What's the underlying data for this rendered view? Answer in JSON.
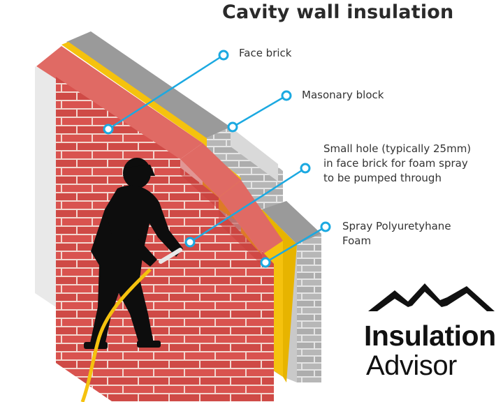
{
  "title": "Cavity wall insulation",
  "labels": {
    "face_brick": "Face brick",
    "masonary_block": "Masonary block",
    "small_hole": [
      "Small hole (typically 25mm)",
      "in face brick for foam spray",
      "to be pumped through"
    ],
    "spray_foam": [
      "Spray Polyuretyhane",
      "Foam"
    ]
  },
  "brand": {
    "line1": "Insulation",
    "line2": "Advisor"
  },
  "colors": {
    "brick": "#d9534f",
    "mortar": "#f3d9d2",
    "block": "#b9b9b9",
    "foam": "#f5c20e",
    "callout": "#1ba9e1"
  },
  "icons": [
    "worker-silhouette",
    "house-roofs-logo"
  ]
}
